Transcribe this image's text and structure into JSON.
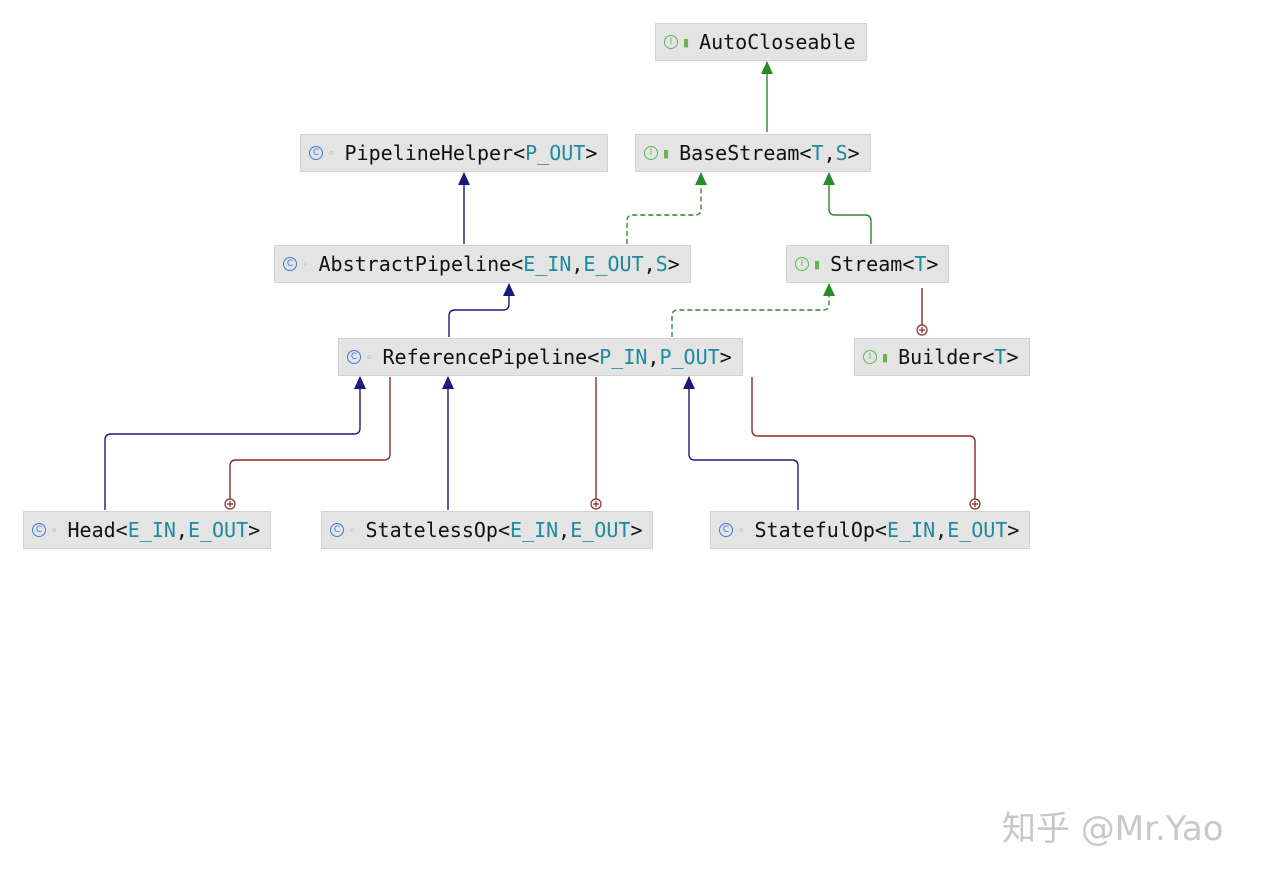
{
  "diagram": {
    "nodes": {
      "autocloseable": {
        "kind": "interface",
        "kind_icon": "I",
        "visibility": "public",
        "name": "AutoCloseable",
        "type_params": []
      },
      "basestream": {
        "kind": "interface",
        "kind_icon": "I",
        "visibility": "public",
        "name": "BaseStream",
        "type_params": [
          "T",
          "S"
        ]
      },
      "pipelinehelper": {
        "kind": "class",
        "kind_icon": "C",
        "visibility": "package",
        "name": "PipelineHelper",
        "type_params": [
          "P_OUT"
        ]
      },
      "abstractpipeline": {
        "kind": "class",
        "kind_icon": "C",
        "visibility": "package",
        "name": "AbstractPipeline",
        "type_params": [
          "E_IN",
          "E_OUT",
          "S"
        ]
      },
      "stream": {
        "kind": "interface",
        "kind_icon": "I",
        "visibility": "public",
        "name": "Stream",
        "type_params": [
          "T"
        ]
      },
      "referencepipeline": {
        "kind": "class",
        "kind_icon": "C",
        "visibility": "package",
        "name": "ReferencePipeline",
        "type_params": [
          "P_IN",
          "P_OUT"
        ]
      },
      "builder": {
        "kind": "interface",
        "kind_icon": "I",
        "visibility": "public",
        "name": "Builder",
        "type_params": [
          "T"
        ]
      },
      "head": {
        "kind": "class",
        "kind_icon": "C",
        "visibility": "package",
        "name": "Head",
        "type_params": [
          "E_IN",
          "E_OUT"
        ]
      },
      "statelessop": {
        "kind": "class",
        "kind_icon": "C",
        "visibility": "package",
        "name": "StatelessOp",
        "type_params": [
          "E_IN",
          "E_OUT"
        ]
      },
      "statefulop": {
        "kind": "class",
        "kind_icon": "C",
        "visibility": "package",
        "name": "StatefulOp",
        "type_params": [
          "E_IN",
          "E_OUT"
        ]
      }
    },
    "edges": [
      {
        "from": "basestream",
        "to": "autocloseable",
        "type": "extends-interface"
      },
      {
        "from": "abstractpipeline",
        "to": "pipelinehelper",
        "type": "extends-class"
      },
      {
        "from": "abstractpipeline",
        "to": "basestream",
        "type": "implements"
      },
      {
        "from": "stream",
        "to": "basestream",
        "type": "extends-interface"
      },
      {
        "from": "referencepipeline",
        "to": "abstractpipeline",
        "type": "extends-class"
      },
      {
        "from": "referencepipeline",
        "to": "stream",
        "type": "implements"
      },
      {
        "from": "builder",
        "to": "stream",
        "type": "inner-of"
      },
      {
        "from": "head",
        "to": "referencepipeline",
        "type": "extends-class"
      },
      {
        "from": "head",
        "to": "referencepipeline",
        "type": "inner-of"
      },
      {
        "from": "statelessop",
        "to": "referencepipeline",
        "type": "extends-class"
      },
      {
        "from": "statelessop",
        "to": "referencepipeline",
        "type": "inner-of"
      },
      {
        "from": "statefulop",
        "to": "referencepipeline",
        "type": "extends-class"
      },
      {
        "from": "statefulop",
        "to": "referencepipeline",
        "type": "inner-of"
      }
    ],
    "colors": {
      "extends_class": "#1a1a7a",
      "extends_interface": "#2a8a2a",
      "implements": "#2a8a2a",
      "inner_of": "#8a2a2a",
      "type_param": "#1e8a9e",
      "node_bg": "#e4e4e4"
    }
  },
  "watermark": "知乎 @Mr.Yao"
}
